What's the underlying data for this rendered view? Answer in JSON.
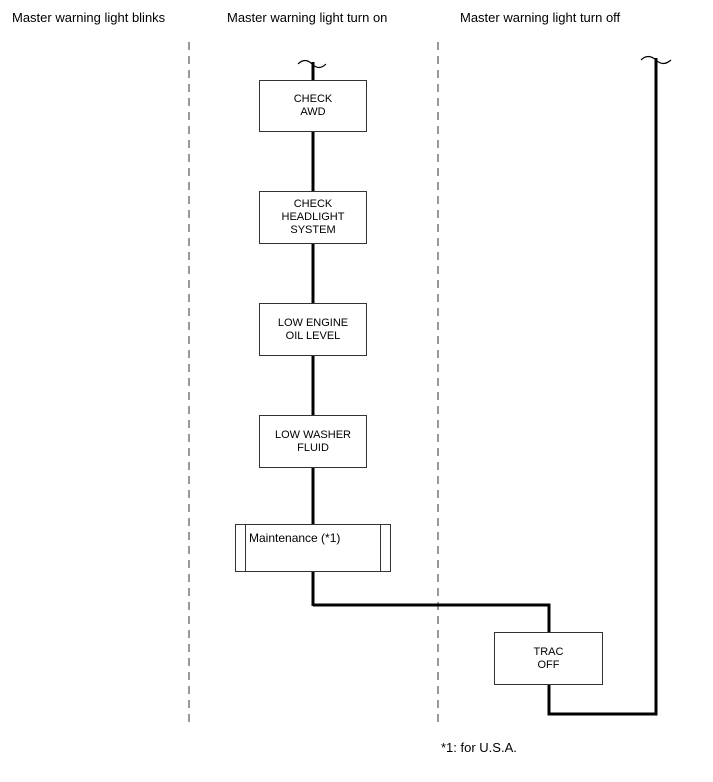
{
  "headers": {
    "blinks": "Master warning light blinks",
    "turn_on": "Master warning light turn on",
    "turn_off": "Master warning light turn off"
  },
  "boxes": {
    "check_awd": "CHECK\nAWD",
    "check_headlight": "CHECK\nHEADLIGHT\nSYSTEM",
    "low_engine_oil": "LOW ENGINE\nOIL LEVEL",
    "low_washer_fluid": "LOW WASHER\nFLUID",
    "maintenance": "Maintenance (*1)",
    "trac_off": "TRAC\nOFF"
  },
  "footnote": "*1: for U.S.A."
}
